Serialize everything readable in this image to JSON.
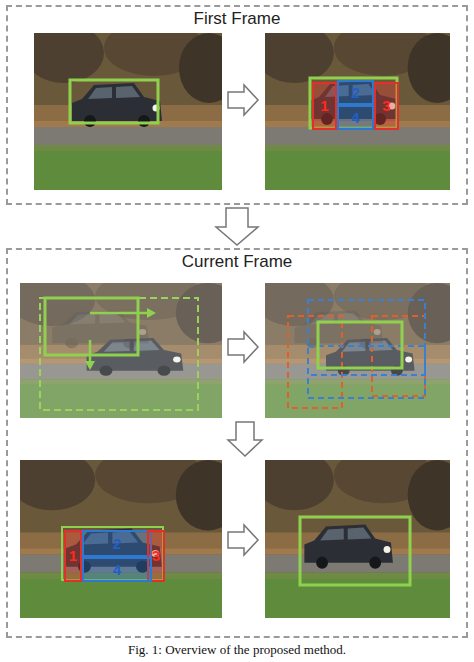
{
  "diagram": {
    "caption": "Fig. 1: Overview of the proposed method.",
    "nodes": [
      {
        "text": [
          "First Frame"
        ]
      },
      {
        "text": [
          "1"
        ],
        "in": 0
      },
      {
        "text": [
          "2"
        ],
        "in": 0
      },
      {
        "text": [
          "3"
        ],
        "in": 0
      },
      {
        "text": [
          "4"
        ],
        "in": 0
      },
      {
        "text": [
          "Current Frame"
        ]
      },
      {
        "text": [
          "1"
        ],
        "in": 5
      },
      {
        "text": [
          "2"
        ],
        "in": 5
      },
      {
        "text": [
          "3"
        ],
        "in": 5
      },
      {
        "text": [
          "4"
        ],
        "in": 5
      }
    ],
    "edges": [
      {
        "from": 0,
        "to": 5,
        "arrow": "to"
      }
    ]
  }
}
